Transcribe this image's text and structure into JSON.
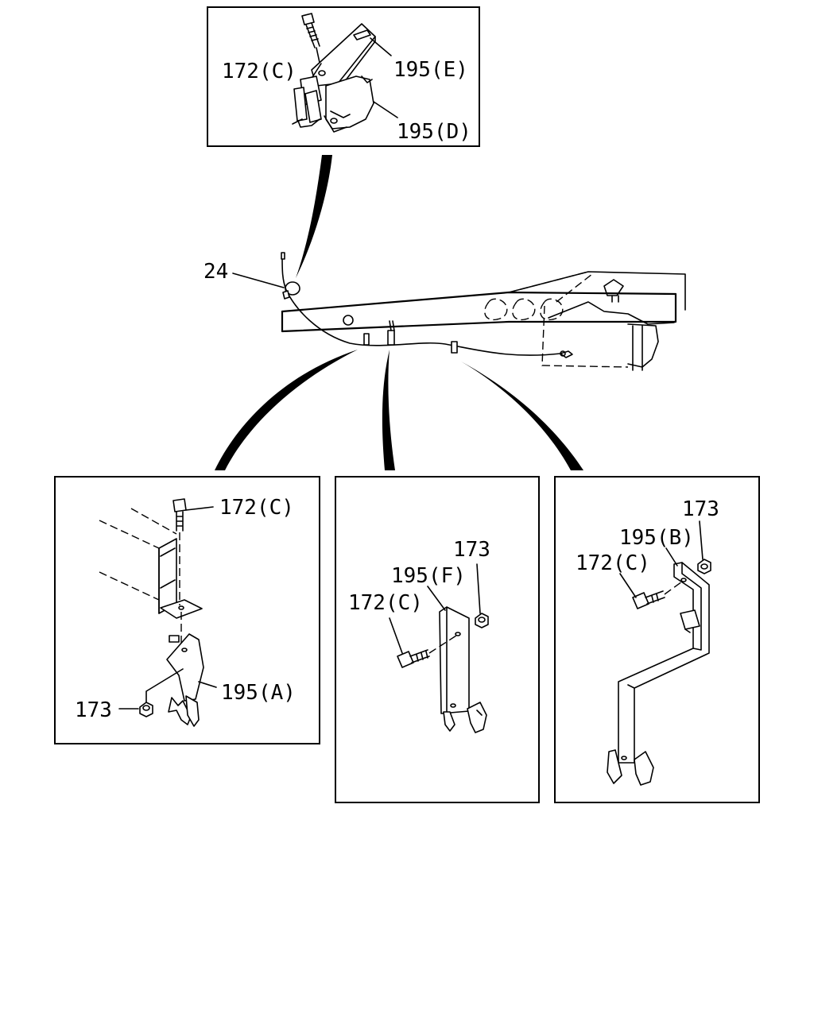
{
  "callouts": {
    "top": {
      "bolt": "172(C)",
      "upper_bracket": "195(E)",
      "lower_clamp": "195(D)"
    },
    "frame": {
      "cable": "24"
    },
    "left": {
      "bolt": "172(C)",
      "bracket": "195(A)",
      "nut": "173"
    },
    "middle": {
      "bolt": "172(C)",
      "bracket": "195(F)",
      "nut": "173"
    },
    "right": {
      "bolt": "172(C)",
      "bracket": "195(B)",
      "nut": "173"
    }
  }
}
